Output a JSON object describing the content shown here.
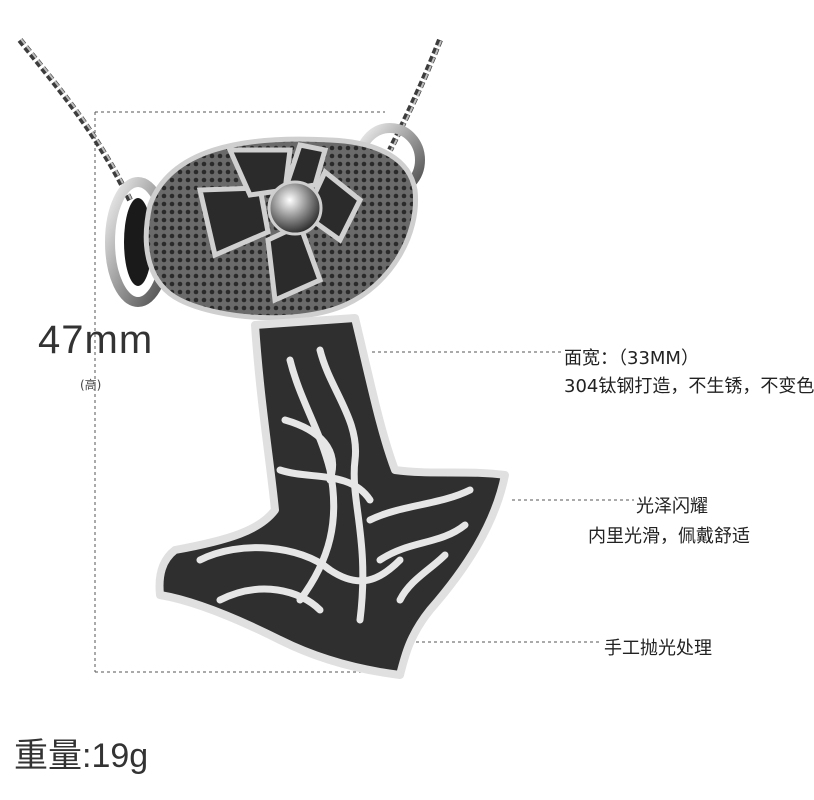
{
  "dimension": {
    "height_value": "47mm",
    "height_note": "(高)"
  },
  "callouts": {
    "face_width": "面宽：（33MM）",
    "material": "304钛钢打造，不生锈，不变色",
    "shine": "光泽闪耀",
    "comfort": "内里光滑，佩戴舒适",
    "polish": "手工抛光处理"
  },
  "weight": "重量:19g",
  "colors": {
    "metal_dark": "#3a3a3a",
    "metal_light": "#d9d9d9",
    "guide_line": "#555555"
  }
}
